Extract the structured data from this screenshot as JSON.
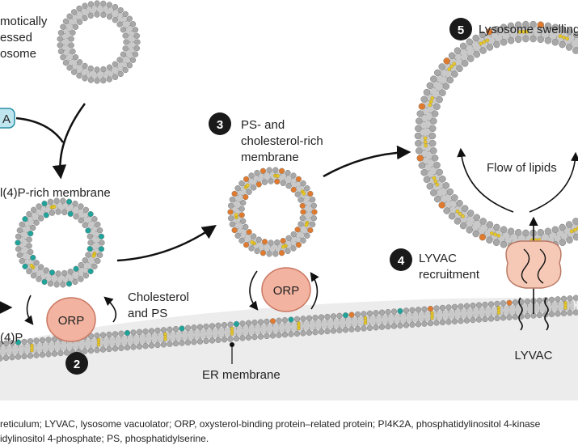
{
  "labels": {
    "osmotically_stressed_1": "motically",
    "osmotically_stressed_2": "essed",
    "osmotically_stressed_3": "osome",
    "pi4k2a_partial": "A",
    "pi4p_membrane": "l(4)P-rich membrane",
    "pi4p_left": "(4)P",
    "cholesterol_ps_1": "Cholesterol",
    "cholesterol_ps_2": "and PS",
    "ps_chol_1": "PS- and",
    "ps_chol_2": "cholesterol-rich",
    "ps_chol_3": "membrane",
    "lysosome_swelling": "Lysosome swelling",
    "flow_of_lipids": "Flow of lipids",
    "lyvac_recruitment_1": "LYVAC",
    "lyvac_recruitment_2": "recruitment",
    "lyvac": "LYVAC",
    "er_membrane": "ER membrane",
    "orp": "ORP",
    "orp_2": "ORP"
  },
  "badges": {
    "step2": "2",
    "step3": "3",
    "step4": "4",
    "step5": "5"
  },
  "footnote": {
    "line1": "reticulum; LYVAC, lysosome vacuolator; ORP, oxysterol-binding protein–related protein; PI4K2A, phosphatidylinositol 4-kinase",
    "line2": "idylinositol 4-phosphate; PS, phosphatidylserine."
  },
  "colors": {
    "lipid_head": "#a8a8a8",
    "lipid_tail": "#c9c9c9",
    "pi4p": "#1fa39a",
    "ps": "#e07a2e",
    "cholesterol": "#e8c82a",
    "orp": "#f2b3a0",
    "lyvac": "#f6c9b7",
    "pi4k2a_box": "#bfe6ef",
    "badge": "#1a1a1a",
    "er_bg": "#e9e9ea"
  }
}
